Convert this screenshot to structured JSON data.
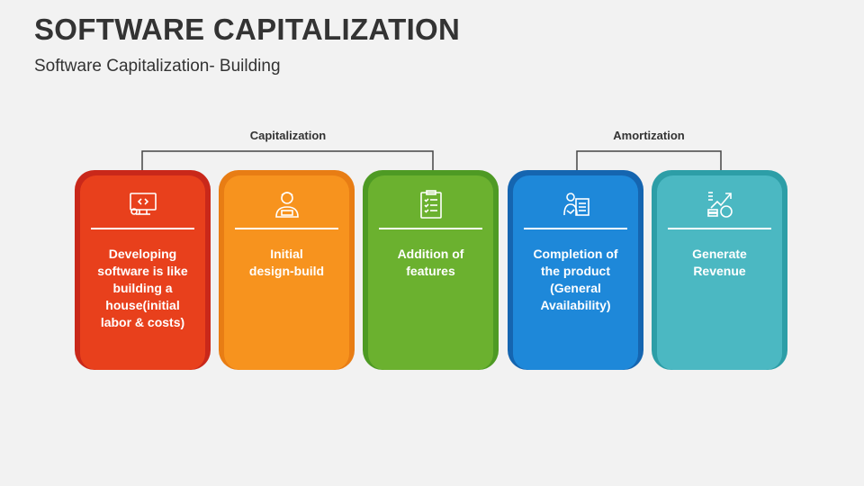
{
  "header": {
    "title": "SOFTWARE CAPITALIZATION",
    "subtitle": "Software Capitalization- Building"
  },
  "groups": [
    {
      "label": "Capitalization"
    },
    {
      "label": "Amortization"
    }
  ],
  "cards": [
    {
      "text": "Developing\nsoftware is like\nbuilding a\nhouse(initial\nlabor & costs)",
      "icon": "computer-code-icon",
      "outer": "#c9281a",
      "inner": "#e8401c"
    },
    {
      "text": "Initial\ndesign-build",
      "icon": "developer-person-icon",
      "outer": "#e87d14",
      "inner": "#f7931e"
    },
    {
      "text": "Addition of\nfeatures",
      "icon": "checklist-clipboard-icon",
      "outer": "#4e9a24",
      "inner": "#6bb12f"
    },
    {
      "text": "Completion of\nthe product\n(General\nAvailability)",
      "icon": "product-completion-icon",
      "outer": "#1565b0",
      "inner": "#1e88d9"
    },
    {
      "text": "Generate\nRevenue",
      "icon": "revenue-growth-icon",
      "outer": "#2d9ea7",
      "inner": "#4bb8c2"
    }
  ]
}
